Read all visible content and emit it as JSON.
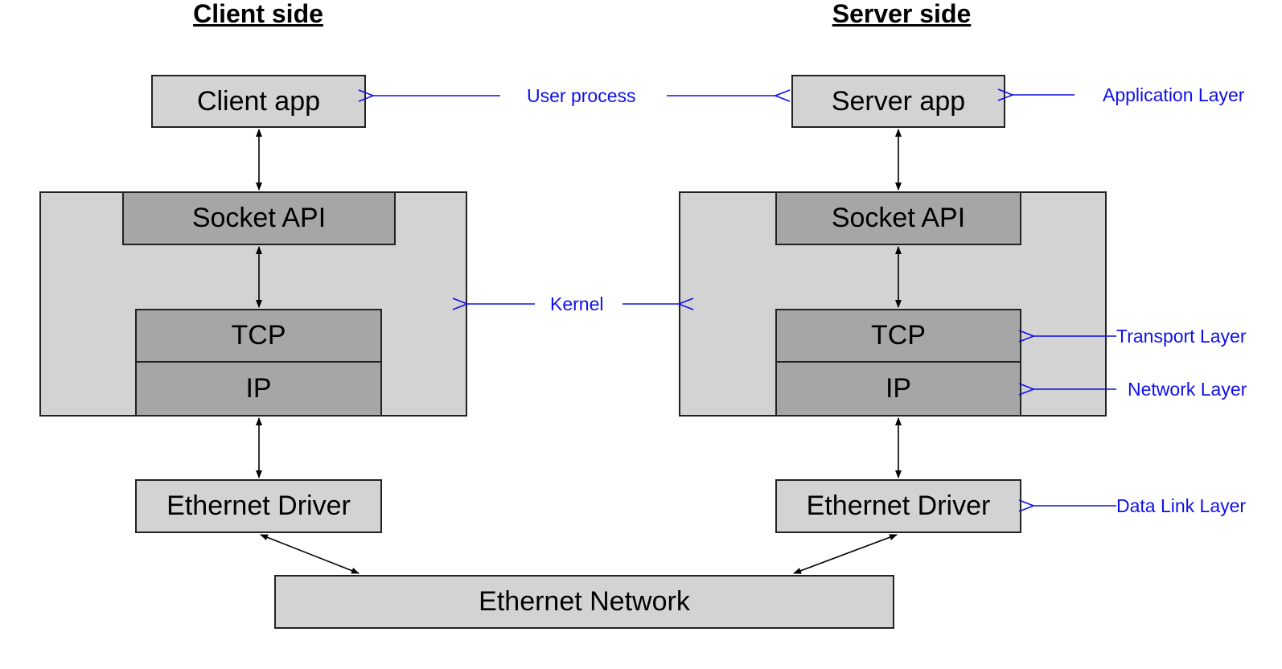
{
  "headings": {
    "client": "Client side",
    "server": "Server side"
  },
  "client": {
    "app": "Client app",
    "socket_api": "Socket API",
    "tcp": "TCP",
    "ip": "IP",
    "ethernet_driver": "Ethernet Driver"
  },
  "server": {
    "app": "Server app",
    "socket_api": "Socket API",
    "tcp": "TCP",
    "ip": "IP",
    "ethernet_driver": "Ethernet Driver"
  },
  "network": "Ethernet Network",
  "annotations": {
    "user_process": "User process",
    "kernel": "Kernel",
    "application_layer": "Application Layer",
    "transport_layer": "Transport Layer",
    "network_layer": "Network Layer",
    "data_link_layer": "Data Link Layer"
  },
  "colors": {
    "annotation": "#1010e8",
    "box_light": "#d3d3d3",
    "box_dark": "#a6a6a6",
    "stroke": "#222222"
  }
}
